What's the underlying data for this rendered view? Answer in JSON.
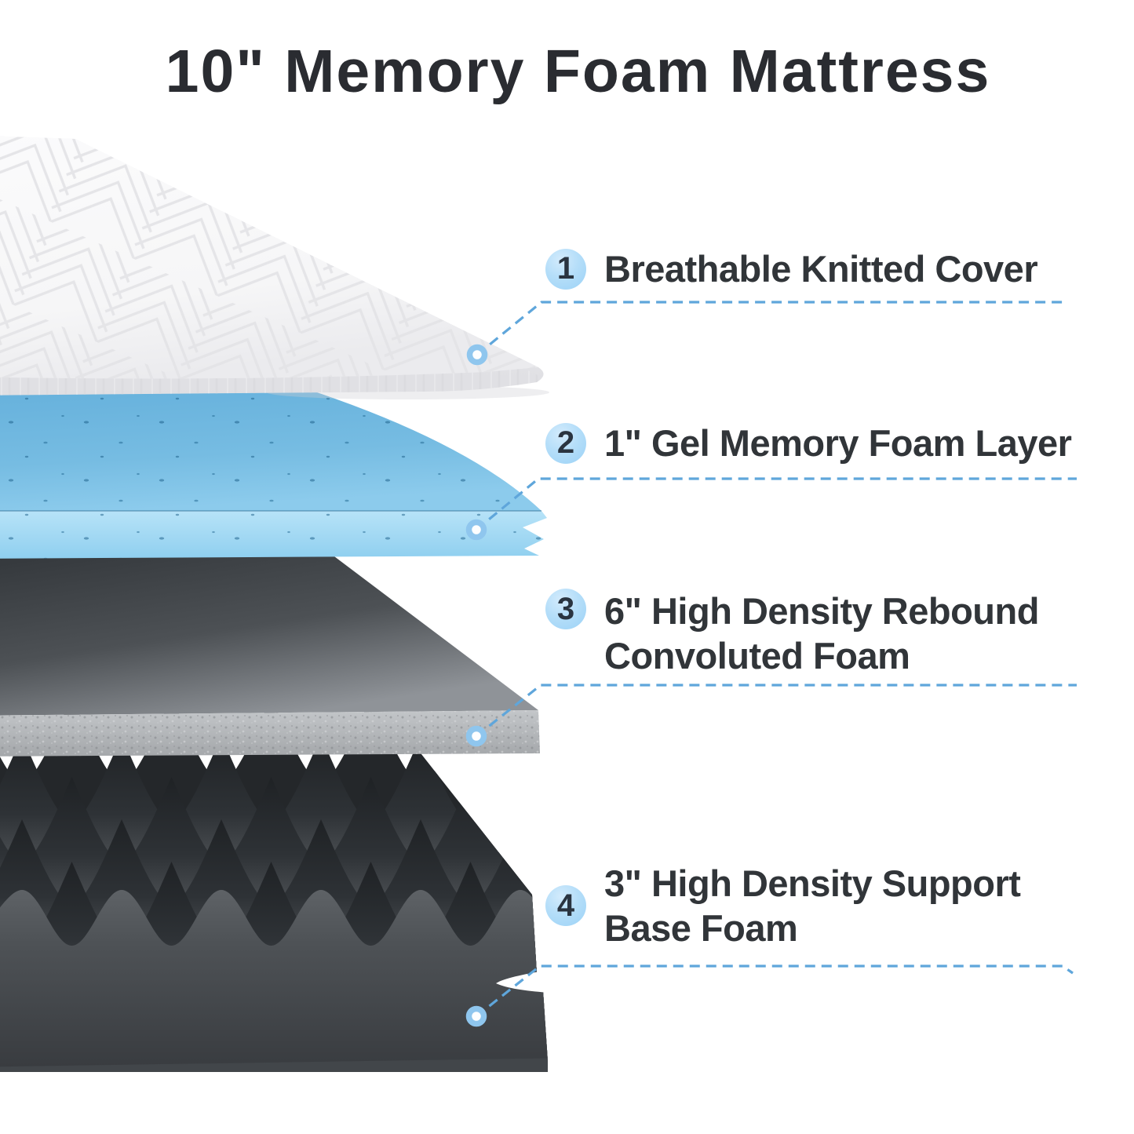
{
  "title": "10\" Memory Foam Mattress",
  "callouts": [
    {
      "number": "1",
      "lines": [
        "Breathable Knitted Cover"
      ]
    },
    {
      "number": "2",
      "lines": [
        "1\" Gel Memory Foam Layer"
      ]
    },
    {
      "number": "3",
      "lines": [
        "6\" High Density Rebound",
        "Convoluted Foam"
      ]
    },
    {
      "number": "4",
      "lines": [
        "3\" High Density Support",
        "Base Foam"
      ]
    }
  ],
  "colors": {
    "accent_blue": "#5FA6DB",
    "badge_fill": "#A9D8F7",
    "gel_top": "#74B8DD",
    "gel_front": "#A3D7EF",
    "slab_gray_top": "#3A3E42",
    "slab_gray_front": "#B3B6B9",
    "base_foam_dark": "#2B2E31",
    "title_color": "#2A2C31",
    "text_color": "#313539"
  }
}
